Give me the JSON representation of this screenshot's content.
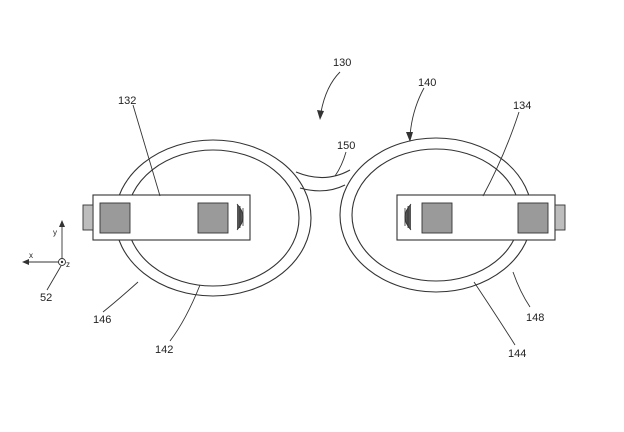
{
  "labels": {
    "assembly": "130",
    "left_display": "132",
    "right_display": "134",
    "right_rim": "140",
    "left_lens": "142",
    "right_lens": "144",
    "left_frame": "146",
    "right_frame": "148",
    "bridge": "150",
    "coord_system": "52"
  },
  "axes": {
    "x": "x",
    "y": "y",
    "z": "z"
  }
}
